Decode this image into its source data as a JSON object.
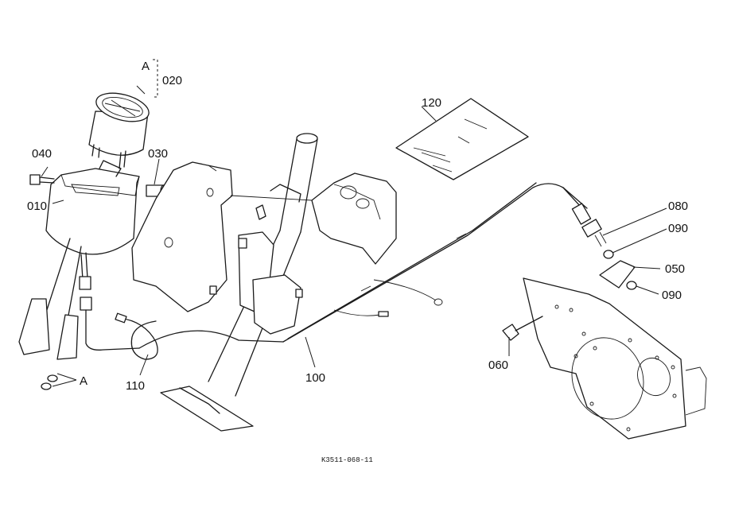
{
  "parts": {
    "p010": "010",
    "p020": "020",
    "p030": "030",
    "p040": "040",
    "p050": "050",
    "p060": "060",
    "p080": "080",
    "p090a": "090",
    "p090b": "090",
    "p100": "100",
    "p110": "110",
    "p120": "120"
  },
  "refs": {
    "ref_a_top": "A",
    "ref_a_bottom": "A"
  },
  "drawing_code": "K3511-068-11",
  "colors": {
    "ink": "#1a1a1a",
    "paper": "#ffffff"
  }
}
